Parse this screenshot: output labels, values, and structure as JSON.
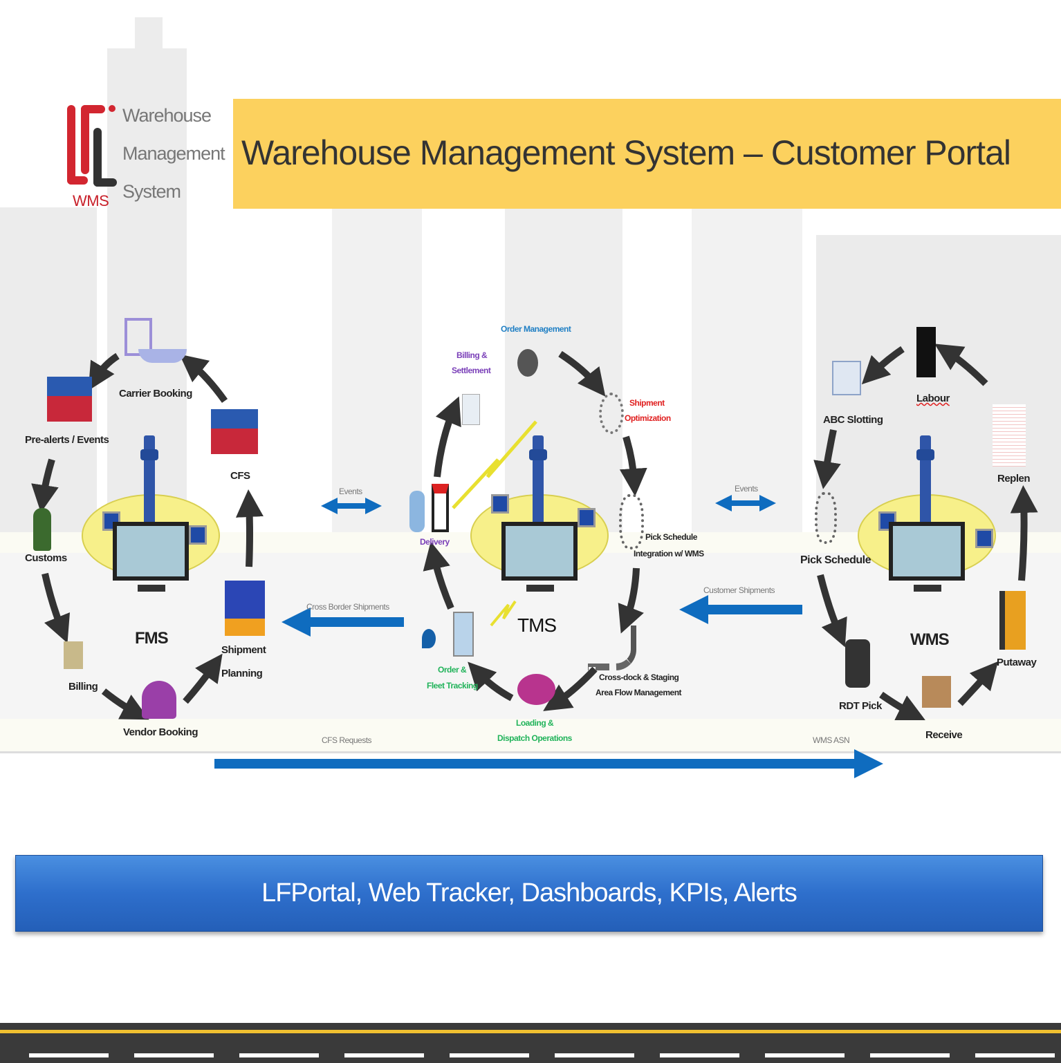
{
  "logo": {
    "mark": "LFL",
    "sub": "WMS",
    "line1": "Warehouse",
    "line2": "Management",
    "line3": "System"
  },
  "title": "Warehouse Management System – Customer Portal",
  "colors": {
    "title_bg": "#fcd15e",
    "blue": "#0f6cbf",
    "green": "#21b35a",
    "purple": "#7a3fb8",
    "red": "#e02020",
    "road": "#3a3a3a"
  },
  "fms": {
    "hub": "FMS",
    "carrier_booking": "Carrier Booking",
    "pre_alerts": "Pre-alerts / Events",
    "cfs": "CFS",
    "customs": "Customs",
    "billing": "Billing",
    "vendor_booking": "Vendor Booking",
    "shipment_planning_1": "Shipment",
    "shipment_planning_2": "Planning"
  },
  "tms": {
    "hub": "TMS",
    "order_management": "Order Management",
    "billing_1": "Billing &",
    "billing_2": "Settlement",
    "shipment_opt_1": "Shipment",
    "shipment_opt_2": "Optimization",
    "pick_1": "Pick Schedule",
    "pick_2": "Integration w/ WMS",
    "delivery": "Delivery",
    "order_fleet_1": "Order &",
    "order_fleet_2": "Fleet Tracking",
    "loading_1": "Loading &",
    "loading_2": "Dispatch Operations",
    "crossdock_1": "Cross-dock & Staging",
    "crossdock_2": "Area Flow Management"
  },
  "wms": {
    "hub": "WMS",
    "labour": "Labour",
    "abc": "ABC Slotting",
    "replen": "Replen",
    "pick_schedule": "Pick Schedule",
    "putaway": "Putaway",
    "rdt_pick": "RDT Pick",
    "receive": "Receive"
  },
  "flows": {
    "events_left": "Events",
    "events_right": "Events",
    "cross_border": "Cross Border Shipments",
    "customer_shipments": "Customer Shipments",
    "cfs_requests": "CFS Requests",
    "wms_asn": "WMS ASN"
  },
  "banner": "LFPortal, Web Tracker, Dashboards, KPIs, Alerts"
}
